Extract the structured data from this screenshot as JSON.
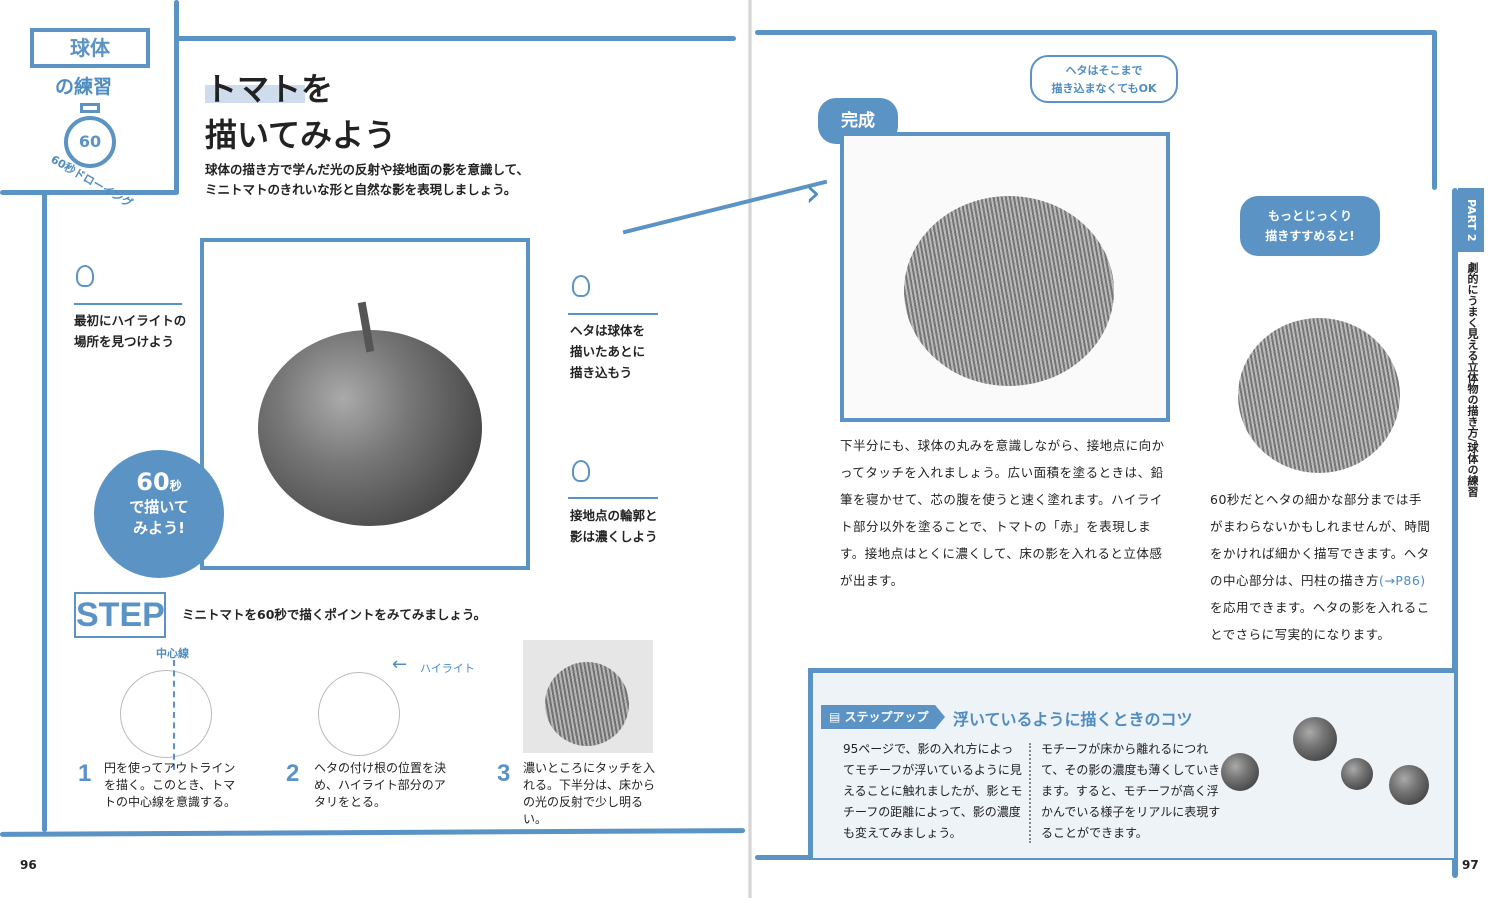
{
  "left_page": {
    "badge_title": "球体",
    "badge_subtitle": "の練習",
    "timer_number": "60",
    "timer_caption": "60秒ドローイング",
    "title_line1": "トマトを",
    "title_line2": "描いてみよう",
    "lead_line1": "球体の描き方で学んだ光の反射や接地面の影を意識して、",
    "lead_line2": "ミニトマトのきれいな形と自然な影を表現しましょう。",
    "tips": [
      {
        "line1": "最初にハイライトの",
        "line2": "場所を見つけよう"
      },
      {
        "line1": "ヘタは球体を",
        "line2": "描いたあとに",
        "line3": "描き込もう"
      },
      {
        "line1": "接地点の輪郭と",
        "line2": "影は濃くしよう"
      }
    ],
    "badge_60": {
      "number": "60",
      "unit": "秒",
      "line1": "で描いて",
      "line2": "みよう!"
    },
    "step_label": "STEP",
    "step_intro": "ミニトマトを60秒で描くポイントをみてみましょう。",
    "center_line_label": "中心線",
    "highlight_label": "ハイライト",
    "steps": [
      {
        "num": "1",
        "text": "円を使ってアウトラインを描く。このとき、トマトの中心線を意識する。"
      },
      {
        "num": "2",
        "text": "ヘタの付け根の位置を決め、ハイライト部分のアタリをとる。"
      },
      {
        "num": "3",
        "text": "濃いところにタッチを入れる。下半分は、床からの光の反射で少し明るい。"
      }
    ],
    "page_number": "96"
  },
  "right_page": {
    "finished_label": "完成",
    "speech_top_line1": "ヘタはそこまで",
    "speech_top_line2": "描き込まなくてもOK",
    "speech_right_line1": "もっとじっくり",
    "speech_right_line2": "描きすすめると!",
    "body_text": "下半分にも、球体の丸みを意識しながら、接地点に向かってタッチを入れましょう。広い面積を塗るときは、鉛筆を寝かせて、芯の腹を使うと速く塗れます。ハイライト部分以外を塗ることで、トマトの「赤」を表現します。接地点はとくに濃くして、床の影を入れると立体感が出ます。",
    "side_text_before": "60秒だとヘタの細かな部分までは手がまわらないかもしれませんが、時間をかければ細かく描写できます。ヘタの中心部分は、円柱の描き方",
    "side_text_ref": "(→P86)",
    "side_text_after": "を応用できます。ヘタの影を入れることでさらに写実的になります。",
    "stepup": {
      "tag": "ステップアップ",
      "title": "浮いているように描くときのコツ",
      "col1": "95ページで、影の入れ方によってモチーフが浮いているように見えることに触れましたが、影とモチーフの距離によって、影の濃度も変えてみましょう。",
      "col2": "モチーフが床から離れるにつれて、その影の濃度も薄くしていきます。すると、モチーフが高く浮かんでいる様子をリアルに表現することができます。"
    },
    "part_tab": "PART 2",
    "running_head": "劇的にうまく見える立体物の描き方/球体の練習",
    "page_number": "97"
  },
  "colors": {
    "accent": "#5b93c5",
    "panel": "#eef3f7"
  }
}
